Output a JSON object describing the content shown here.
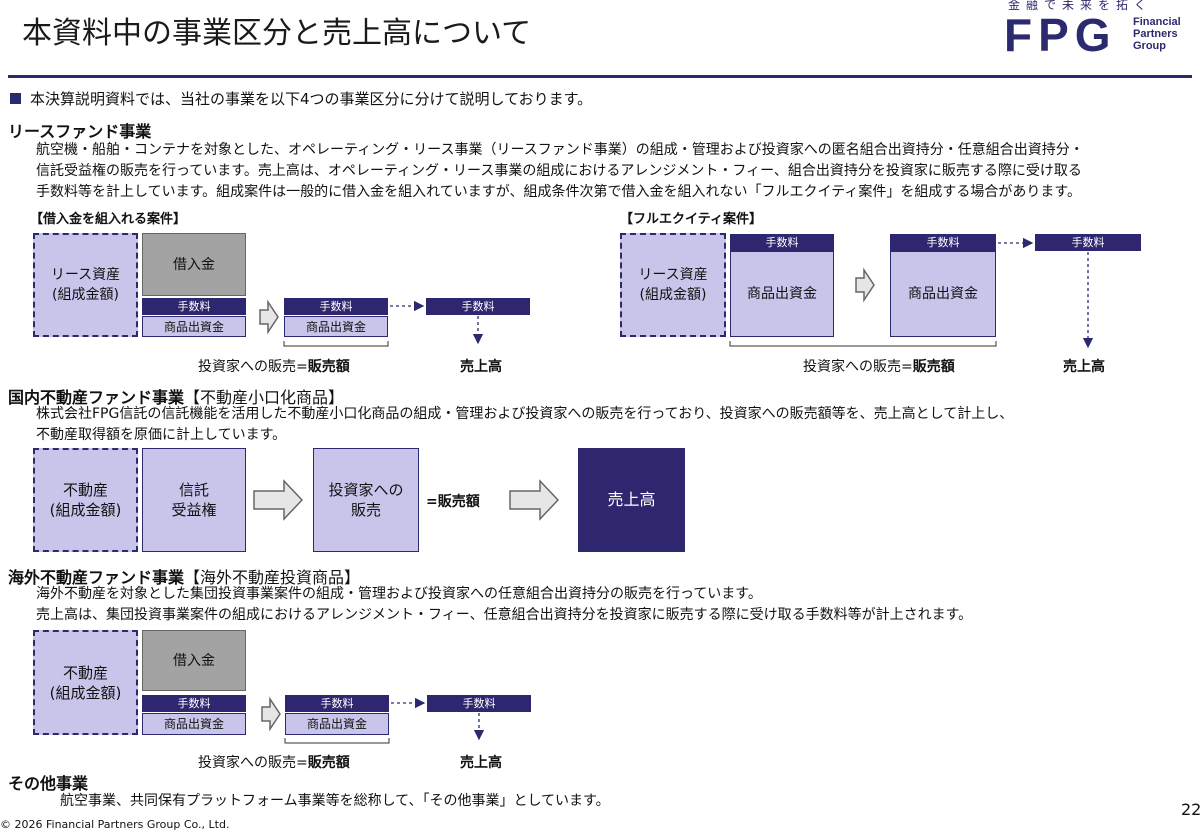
{
  "page": {
    "title": "本資料中の事業区分と売上高について",
    "logo": {
      "tagline": "金融で未来を拓く",
      "mark": "FPG",
      "sub": [
        "Financial",
        "Partners",
        "Group"
      ]
    },
    "intro": "本決算説明資料では、当社の事業を以下4つの事業区分に分けて説明しております。",
    "footer": "© 2026 Financial Partners Group Co., Ltd.",
    "page_number": "22"
  },
  "lease": {
    "heading": "リースファンド事業",
    "lines": [
      "航空機・船舶・コンテナを対象とした、オペレーティング・リース事業（リースファンド事業）の組成・管理および投資家への匿名組合出資持分・任意組合出資持分・",
      "信託受益権の販売を行っています。売上高は、オペレーティング・リース事業の組成におけるアレンジメント・フィー、組合出資持分を投資家に販売する際に受け取る",
      "手数料等を計上しています。組成案件は一般的に借入金を組入れていますが、組成条件次第で借入金を組入れない「フルエクイティ案件」を組成する場合があります。"
    ],
    "left_label": "【借入金を組入れる案件】",
    "right_label": "【フルエクイティ案件】",
    "asset": "リース資産\n(組成金額)",
    "loan": "借入金",
    "fee": "手数料",
    "equity": "商品出資金",
    "sales_prefix": "投資家への販売=",
    "sales_bold": "販売額",
    "revenue": "売上高"
  },
  "domestic": {
    "heading": "国内不動産ファンド事業",
    "heading_suffix": "【不動産小口化商品】",
    "lines": [
      "株式会社FPG信託の信託機能を活用した不動産小口化商品の組成・管理および投資家への販売を行っており、投資家への販売額等を、売上高として計上し、",
      "不動産取得額を原価に計上しています。"
    ],
    "asset": "不動産\n(組成金額)",
    "trust": "信託\n受益権",
    "sale": "投資家への\n販売",
    "eq": "=販売額",
    "revenue": "売上高"
  },
  "overseas": {
    "heading": "海外不動産ファンド事業",
    "heading_suffix": "【海外不動産投資商品】",
    "lines": [
      "海外不動産を対象とした集団投資事業案件の組成・管理および投資家への任意組合出資持分の販売を行っています。",
      "売上高は、集団投資事業案件の組成におけるアレンジメント・フィー、任意組合出資持分を投資家に販売する際に受け取る手数料等が計上されます。"
    ],
    "asset": "不動産\n(組成金額)",
    "loan": "借入金",
    "fee": "手数料",
    "equity": "商品出資金",
    "sales_prefix": "投資家への販売=",
    "sales_bold": "販売額",
    "revenue": "売上高"
  },
  "other": {
    "heading": "その他事業",
    "line": "航空事業、共同保有プラットフォーム事業等を総称して、「その他事業」としています。"
  },
  "colors": {
    "navy": "#2e2770",
    "lavender": "#c9c5ea",
    "gray": "#a3a3a3",
    "brand": "#2b2a6e"
  }
}
